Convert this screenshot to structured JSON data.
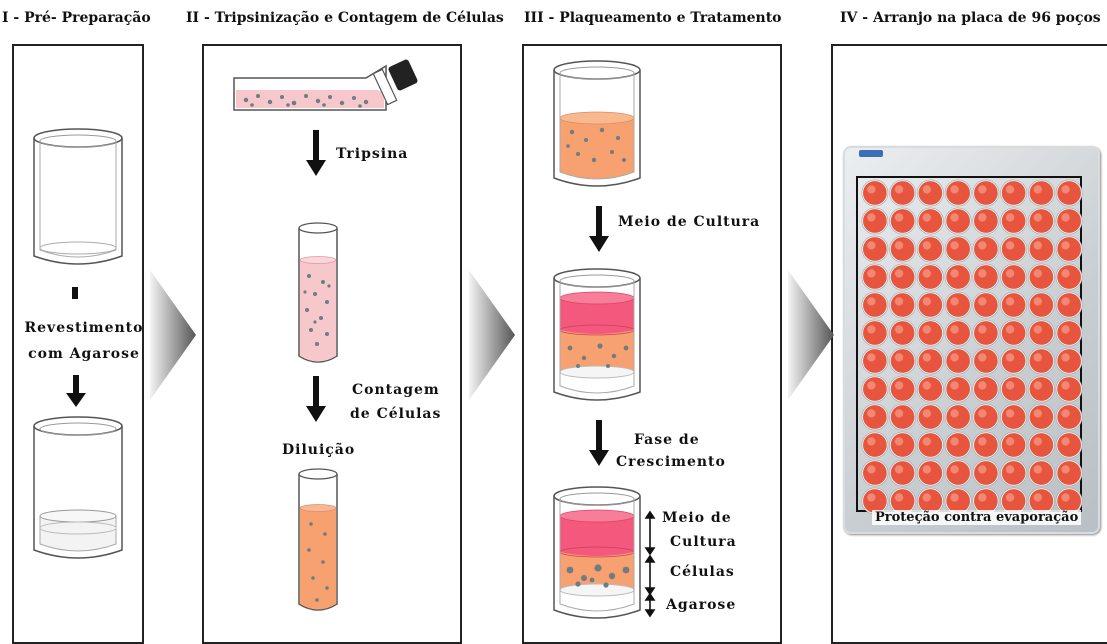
{
  "panels": {
    "p1": {
      "title": "I - Pré- Preparação"
    },
    "p2": {
      "title": "II - Tripsinização e Contagem de Células"
    },
    "p3": {
      "title": "III - Plaqueamento e Tratamento"
    },
    "p4": {
      "title": "IV - Arranjo na placa de 96 poços"
    }
  },
  "p1": {
    "coating_line1": "Revestimento",
    "coating_line2": "com Agarose"
  },
  "p2": {
    "trypsin": "Tripsina",
    "count_line1": "Contagem",
    "count_line2": "de Células",
    "dilution": "Diluição"
  },
  "p3": {
    "medium": "Meio de Cultura",
    "growth_line1": "Fase de",
    "growth_line2": "Crescimento",
    "layer_medium_line1": "Meio de",
    "layer_medium_line2": "Cultura",
    "layer_cells": "Células",
    "layer_agarose": "Agarose"
  },
  "p4": {
    "evaporation": "Proteção contra evaporação",
    "plate": {
      "rows": 12,
      "cols": 8
    }
  },
  "colors": {
    "medium_pink": "#f4587c",
    "cells_orange": "#f7a070",
    "flask_pink": "#f6c8cc",
    "well_red": "#e8553e",
    "cell_dots": "#6f7c82"
  }
}
